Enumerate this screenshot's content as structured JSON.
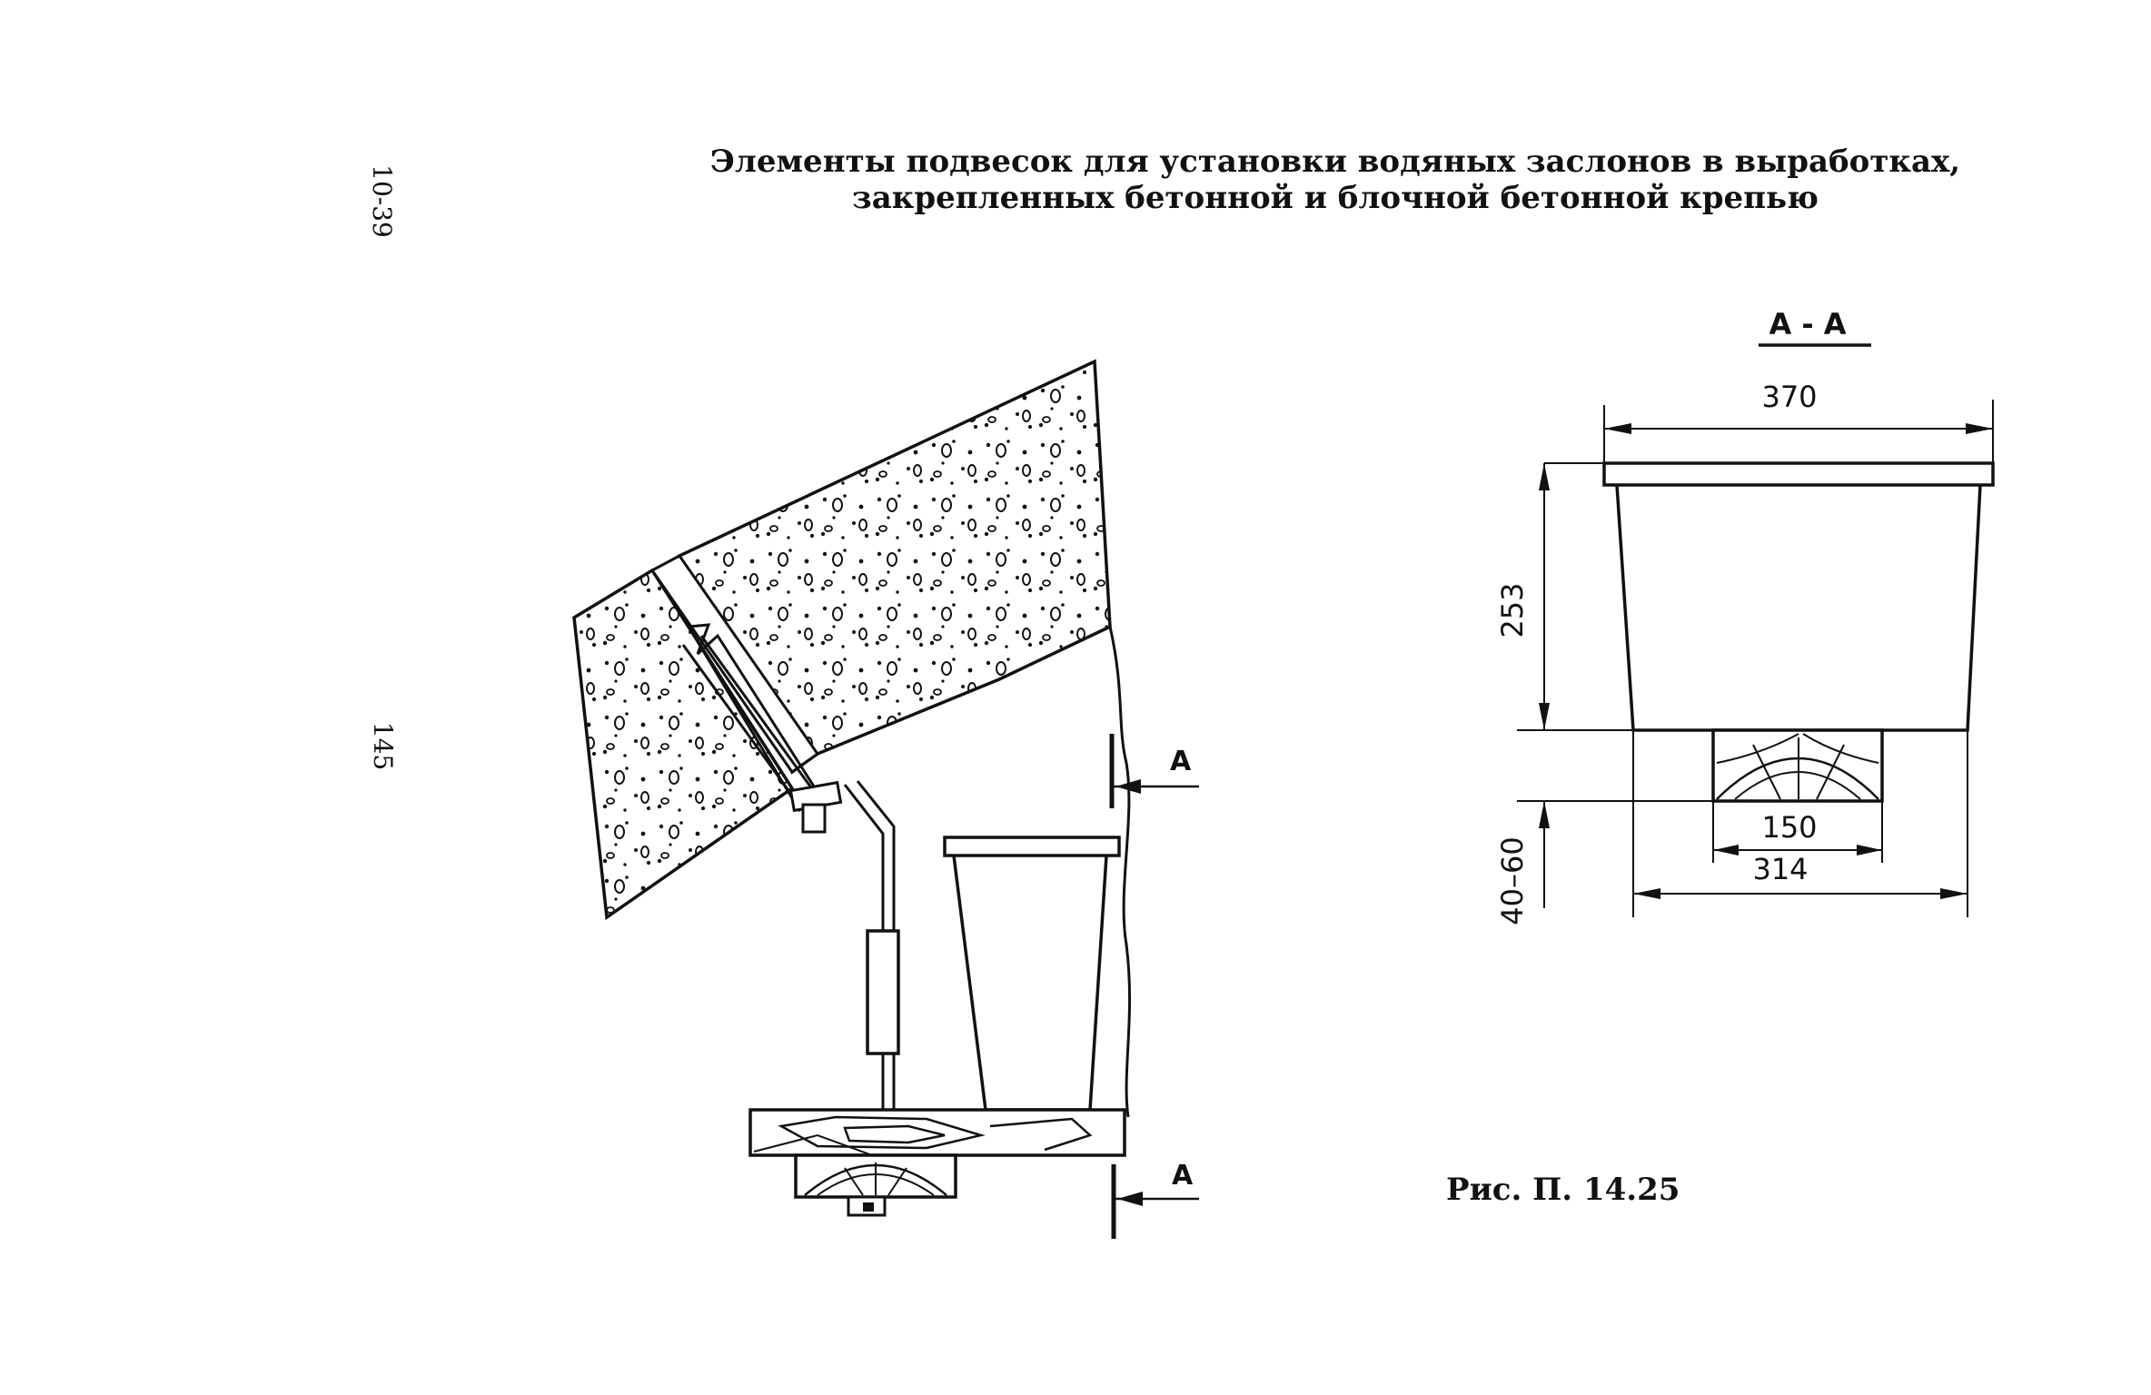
{
  "title": {
    "line1": "Элементы подвесок для установки водяных заслонов в выработках,",
    "line2": "закрепленных бетонной и  блочной бетонной крепью"
  },
  "side_labels": {
    "sheet_code": "10-39",
    "page_number": "145"
  },
  "caption": "Рис. П. 14.25",
  "section_marker": {
    "letter_top": "А",
    "letter_bottom": "А",
    "section_title": "А - А"
  },
  "dimensions": {
    "top_width": "370",
    "height": "253",
    "clearance": "40–60",
    "block_width": "150",
    "bottom_width": "314"
  },
  "colors": {
    "ink": "#111111",
    "paper": "#ffffff"
  }
}
